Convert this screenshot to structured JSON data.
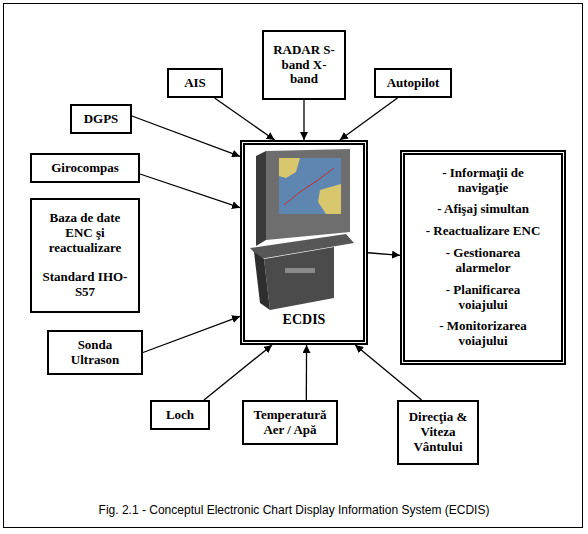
{
  "diagram": {
    "caption": "Fig. 2.1 - Conceptul Electronic Chart Display Information System (ECDIS)",
    "nodes": [
      {
        "text": [
          "RADAR S-band X-band"
        ]
      },
      {
        "text": [
          "AIS"
        ]
      },
      {
        "text": [
          "Autopilot"
        ]
      },
      {
        "text": [
          "DGPS"
        ]
      },
      {
        "text": [
          "Girocompas"
        ]
      },
      {
        "text": [
          "ECDIS"
        ]
      },
      {
        "text": [
          "- Informaţii de navigaţie",
          "- Afişaj simultan",
          "- Reactualizare ENC",
          "- Gestionarea alarmelor",
          "- Planificarea voiajului",
          "- Monitorizarea voiajului"
        ]
      },
      {
        "text": [
          "Baza de date ENC şi reactualizare",
          "Standard IHO-S57"
        ]
      },
      {
        "text": [
          "Sonda Ultrason"
        ]
      },
      {
        "text": [
          "Loch"
        ]
      },
      {
        "text": [
          "Temperatură Aer / Apă"
        ]
      },
      {
        "text": [
          "Direcţia & Viteza Vântului"
        ]
      }
    ],
    "edges": [
      {
        "from": 0,
        "to": 5,
        "arrow": "to"
      },
      {
        "from": 1,
        "to": 5,
        "arrow": "to"
      },
      {
        "from": 2,
        "to": 5,
        "arrow": "to"
      },
      {
        "from": 3,
        "to": 5,
        "arrow": "to"
      },
      {
        "from": 4,
        "to": 5,
        "arrow": "to"
      },
      {
        "from": 8,
        "to": 5,
        "arrow": "to"
      },
      {
        "from": 9,
        "to": 5,
        "arrow": "to"
      },
      {
        "from": 10,
        "to": 5,
        "arrow": "to"
      },
      {
        "from": 11,
        "to": 5,
        "arrow": "to"
      },
      {
        "from": 5,
        "to": 6,
        "arrow": "to"
      }
    ]
  }
}
